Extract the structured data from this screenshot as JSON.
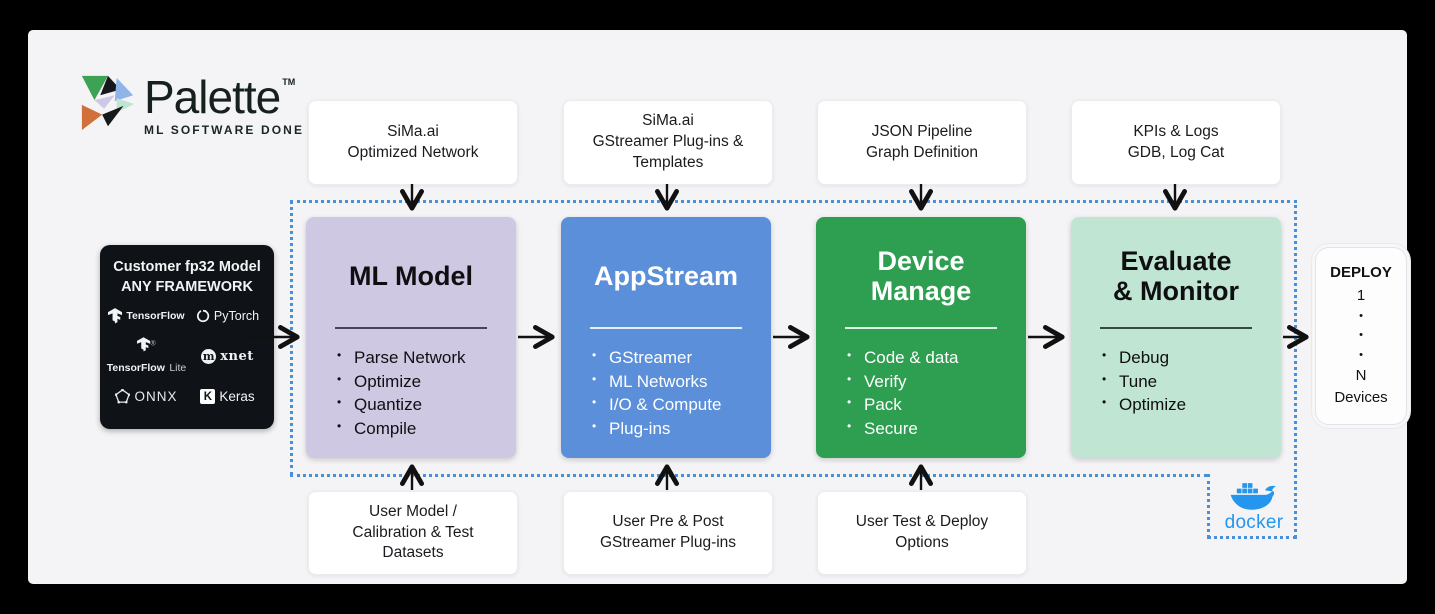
{
  "brand": {
    "name": "Palette",
    "trademark": "TM",
    "tagline": "ML SOFTWARE DONE RIGHT"
  },
  "top_inputs": [
    {
      "label": "SiMa.ai\nOptimized Network"
    },
    {
      "label": "SiMa.ai\nGStreamer Plug-ins &\nTemplates"
    },
    {
      "label": "JSON Pipeline\nGraph Definition"
    },
    {
      "label": "KPIs & Logs\nGDB, Log Cat"
    }
  ],
  "customer_box": {
    "title": "Customer fp32 Model\nANY FRAMEWORK",
    "frameworks": {
      "tensorflow": {
        "label": "TensorFlow"
      },
      "pytorch": {
        "label": "PyTorch"
      },
      "tensorflow_lite": {
        "label": "TensorFlow",
        "suffix": "Lite",
        "registered": "®"
      },
      "mxnet": {
        "circle_letter": "m",
        "rest": "xnet"
      },
      "onnx": {
        "label": "ONNX"
      },
      "keras": {
        "badge": "K",
        "label": "Keras"
      }
    }
  },
  "stages": [
    {
      "title": "ML Model",
      "bullets": [
        "Parse Network",
        "Optimize",
        "Quantize",
        "Compile"
      ],
      "bg": "#cfc8e2"
    },
    {
      "title": "AppStream",
      "bullets": [
        "GStreamer",
        "ML Networks",
        "I/O & Compute",
        "Plug-ins"
      ],
      "bg": "#5b8fd9"
    },
    {
      "title": "Device\nManage",
      "bullets": [
        "Code & data",
        "Verify",
        "Pack",
        "Secure"
      ],
      "bg": "#2e9e51"
    },
    {
      "title": "Evaluate\n& Monitor",
      "bullets": [
        "Debug",
        "Tune",
        "Optimize"
      ],
      "bg": "#c0e5d3"
    }
  ],
  "bottom_inputs": [
    {
      "label": "User Model /\nCalibration & Test\nDatasets"
    },
    {
      "label": "User Pre & Post\nGStreamer Plug-ins"
    },
    {
      "label": "User Test & Deploy\nOptions"
    }
  ],
  "deploy": {
    "title": "DEPLOY",
    "start": "1",
    "dots": [
      "•",
      "•",
      "•"
    ],
    "end": "N",
    "unit": "Devices"
  },
  "docker": {
    "label": "docker"
  },
  "colors": {
    "frame": "#000000",
    "panel_bg": "#f4f4f6",
    "stage_ml_model": "#cfc8e2",
    "stage_appstream": "#5b8fd9",
    "stage_device_manage": "#2e9e51",
    "stage_evaluate_monitor": "#c0e5d3",
    "dotted_border": "#4a90d8",
    "docker_blue": "#2496ed",
    "customer_box_bg": "#0f1317"
  }
}
